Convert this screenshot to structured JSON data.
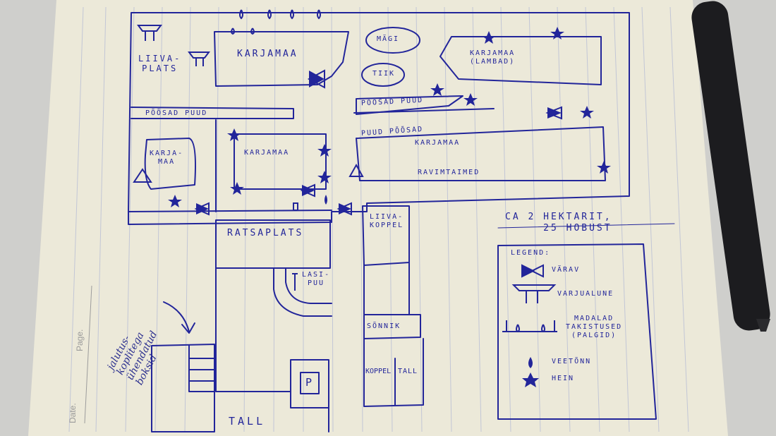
{
  "map": {
    "colors": {
      "ink": "#22259a",
      "paper": "#ece9d9",
      "background": "#cfcfcc",
      "pen": "#1c1c1f",
      "rule": "#c2c6d6"
    },
    "labels": {
      "liivaplats": "LIIVA-\nPLATS",
      "karjamaa_top": "KARJAMAA",
      "magi": "MÄGI",
      "tiik": "TIIK",
      "karjamaa_lambad": "KARJAMAA\n(LAMBAD)",
      "poosad_puud_left": "PÕÕSAD  PUUD",
      "poosad_puud_mid": "PÕÕSAD PUUD",
      "puud_poosad": "PUUD PÕÕSAD",
      "karjamaa_right": "KARJAMAA",
      "karjamaa_small": "KARJA-\nMAA",
      "karjamaa_mid": "KARJAMAA",
      "ravimtaimed": "RAVIMTAIMED",
      "ratsaplats": "RATSAPLATS",
      "liivakoppel": "LIIVA-\nKOPPEL",
      "lasipuu": "LASI-\nPUU",
      "sonnik": "SÕNNIK",
      "koppel": "KOPPEL",
      "tall_small": "TALL",
      "tall": "TALL",
      "parking": "P",
      "area_note": "CA 2 HEKTARIT,\n     25 HOBUST",
      "handwritten_note": "jalutus-\nkoplitega\nühendatud\nboksid"
    },
    "legend": {
      "title": "LEGEND:",
      "items": [
        {
          "icon": "gate-icon",
          "label": "VÄRAV"
        },
        {
          "icon": "shelter-icon",
          "label": "VARJUALUNE"
        },
        {
          "icon": "low-obstacles-icon",
          "label": "MADALAD\nTAKISTUSED\n(PALGID)"
        },
        {
          "icon": "water-tank-icon",
          "label": "VEETÕNN"
        },
        {
          "icon": "hay-star-icon",
          "label": "HEIN"
        }
      ]
    },
    "page_margin": {
      "page": "Page.",
      "date": "Date."
    }
  }
}
